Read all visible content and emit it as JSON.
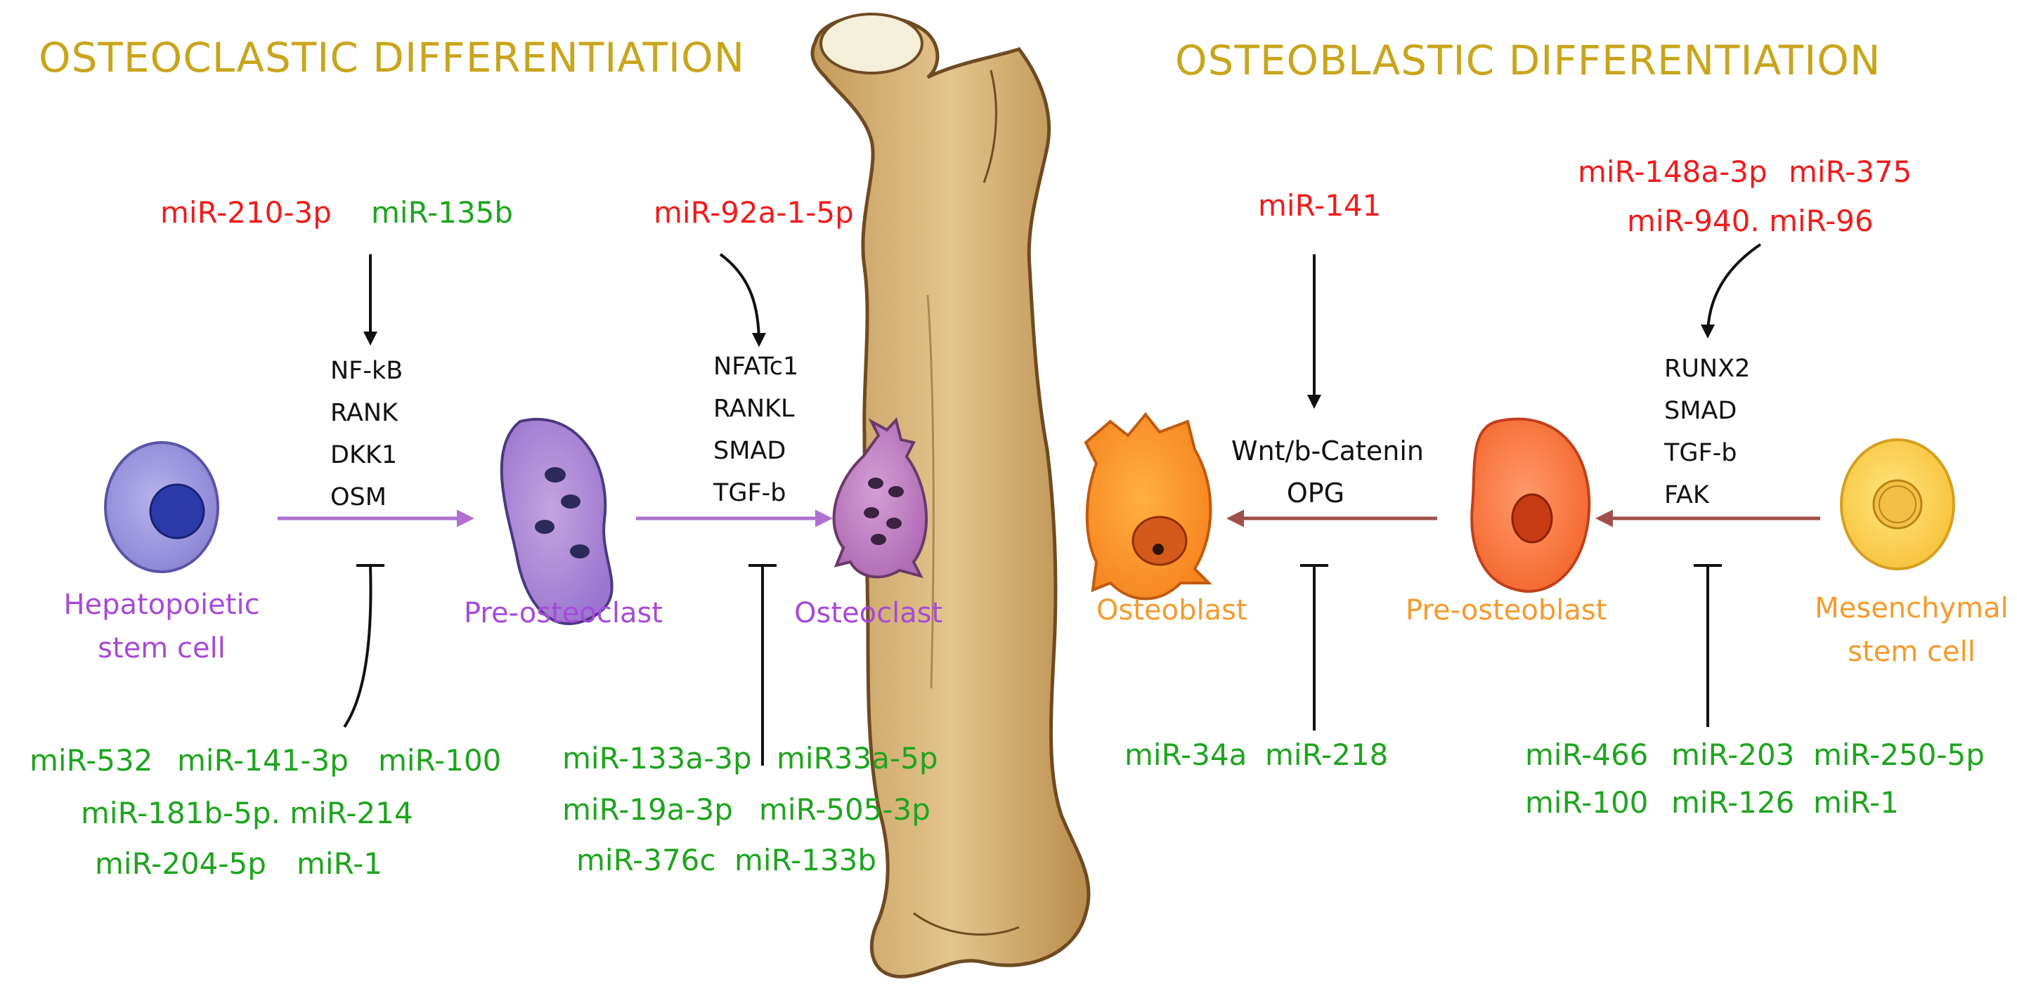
{
  "titles": {
    "left": "OSTEOCLASTIC DIFFERENTIATION",
    "right": "OSTEOBLASTIC DIFFERENTIATION"
  },
  "osteoclastic": {
    "stage1": {
      "activators": [
        "miR-210-3p",
        "miR-135b"
      ],
      "targets": [
        "NF-kB",
        "RANK",
        "DKK1",
        "OSM"
      ],
      "inhibitors": [
        "miR-532",
        "miR-141-3p",
        "miR-100",
        "miR-181b-5p. miR-214",
        "miR-204-5p",
        "miR-1"
      ]
    },
    "stage2": {
      "activators": [
        "miR-92a-1-5p"
      ],
      "targets": [
        "NFATc1",
        "RANKL",
        "SMAD",
        "TGF-b"
      ],
      "inhibitors": [
        "miR-133a-3p",
        "miR33a-5p",
        "miR-19a-3p",
        "miR-505-3p",
        "miR-376c",
        "miR-133b"
      ]
    },
    "cells": {
      "hsc_line1": "Hepatopoietic",
      "hsc_line2": "stem cell",
      "pre": "Pre-osteoclast",
      "mature": "Osteoclast"
    }
  },
  "osteoblastic": {
    "stage1": {
      "activators": [
        "miR-141"
      ],
      "targets": [
        "Wnt/b-Catenin",
        "OPG"
      ],
      "inhibitors": [
        "miR-34a",
        "miR-218"
      ]
    },
    "stage2": {
      "activators": [
        "miR-148a-3p",
        "miR-375",
        "miR-940. miR-96"
      ],
      "targets": [
        "RUNX2",
        "SMAD",
        "TGF-b",
        "FAK"
      ],
      "inhibitors": [
        "miR-466",
        "miR-203",
        "miR-250-5p",
        "miR-100",
        "miR-126",
        "miR-1"
      ]
    },
    "cells": {
      "mature": "Osteoblast",
      "pre": "Pre-osteoblast",
      "msc_line1": "Mesenchymal",
      "msc_line2": "stem cell"
    }
  },
  "colors": {
    "title": "#c9a51c",
    "activator_mir": "#ee1c1c",
    "inhibitor_mir": "#1ea41e",
    "osteoclast_lineage": "#a64ad8",
    "osteoblast_lineage": "#f59a2c",
    "osteoblast_arrow": "#a0504a"
  }
}
